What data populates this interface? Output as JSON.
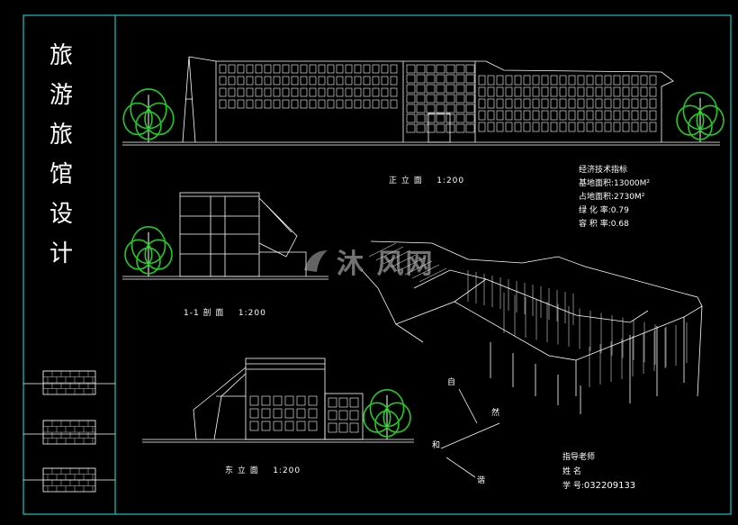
{
  "title_chars": [
    "旅",
    "游",
    "旅",
    "馆",
    "设",
    "计"
  ],
  "views": {
    "front": {
      "caption": "正 立 面",
      "scale": "1:200"
    },
    "section": {
      "caption": "1-1 剖 面",
      "scale": "1:200"
    },
    "east": {
      "caption": "东 立 面",
      "scale": "1:200"
    }
  },
  "tech": {
    "heading": "经济技术指标",
    "site_area": "基地面积:13000M²",
    "floor_area": "占地面积:2730M²",
    "green_rate": "绿 化 率:0.79",
    "plot_ratio": "容 积 率:0.68"
  },
  "info": {
    "teacher": "指导老师",
    "name_label": "姓      名",
    "student_label": "学      号:",
    "student_no": "032209133"
  },
  "north_chars": [
    "自",
    "然",
    "和",
    "谐"
  ],
  "watermark": "沐 风网",
  "colors": {
    "frame": "#19c4c4",
    "line": "#ffffff",
    "tree": "#22cc22",
    "bg": "#000000"
  }
}
